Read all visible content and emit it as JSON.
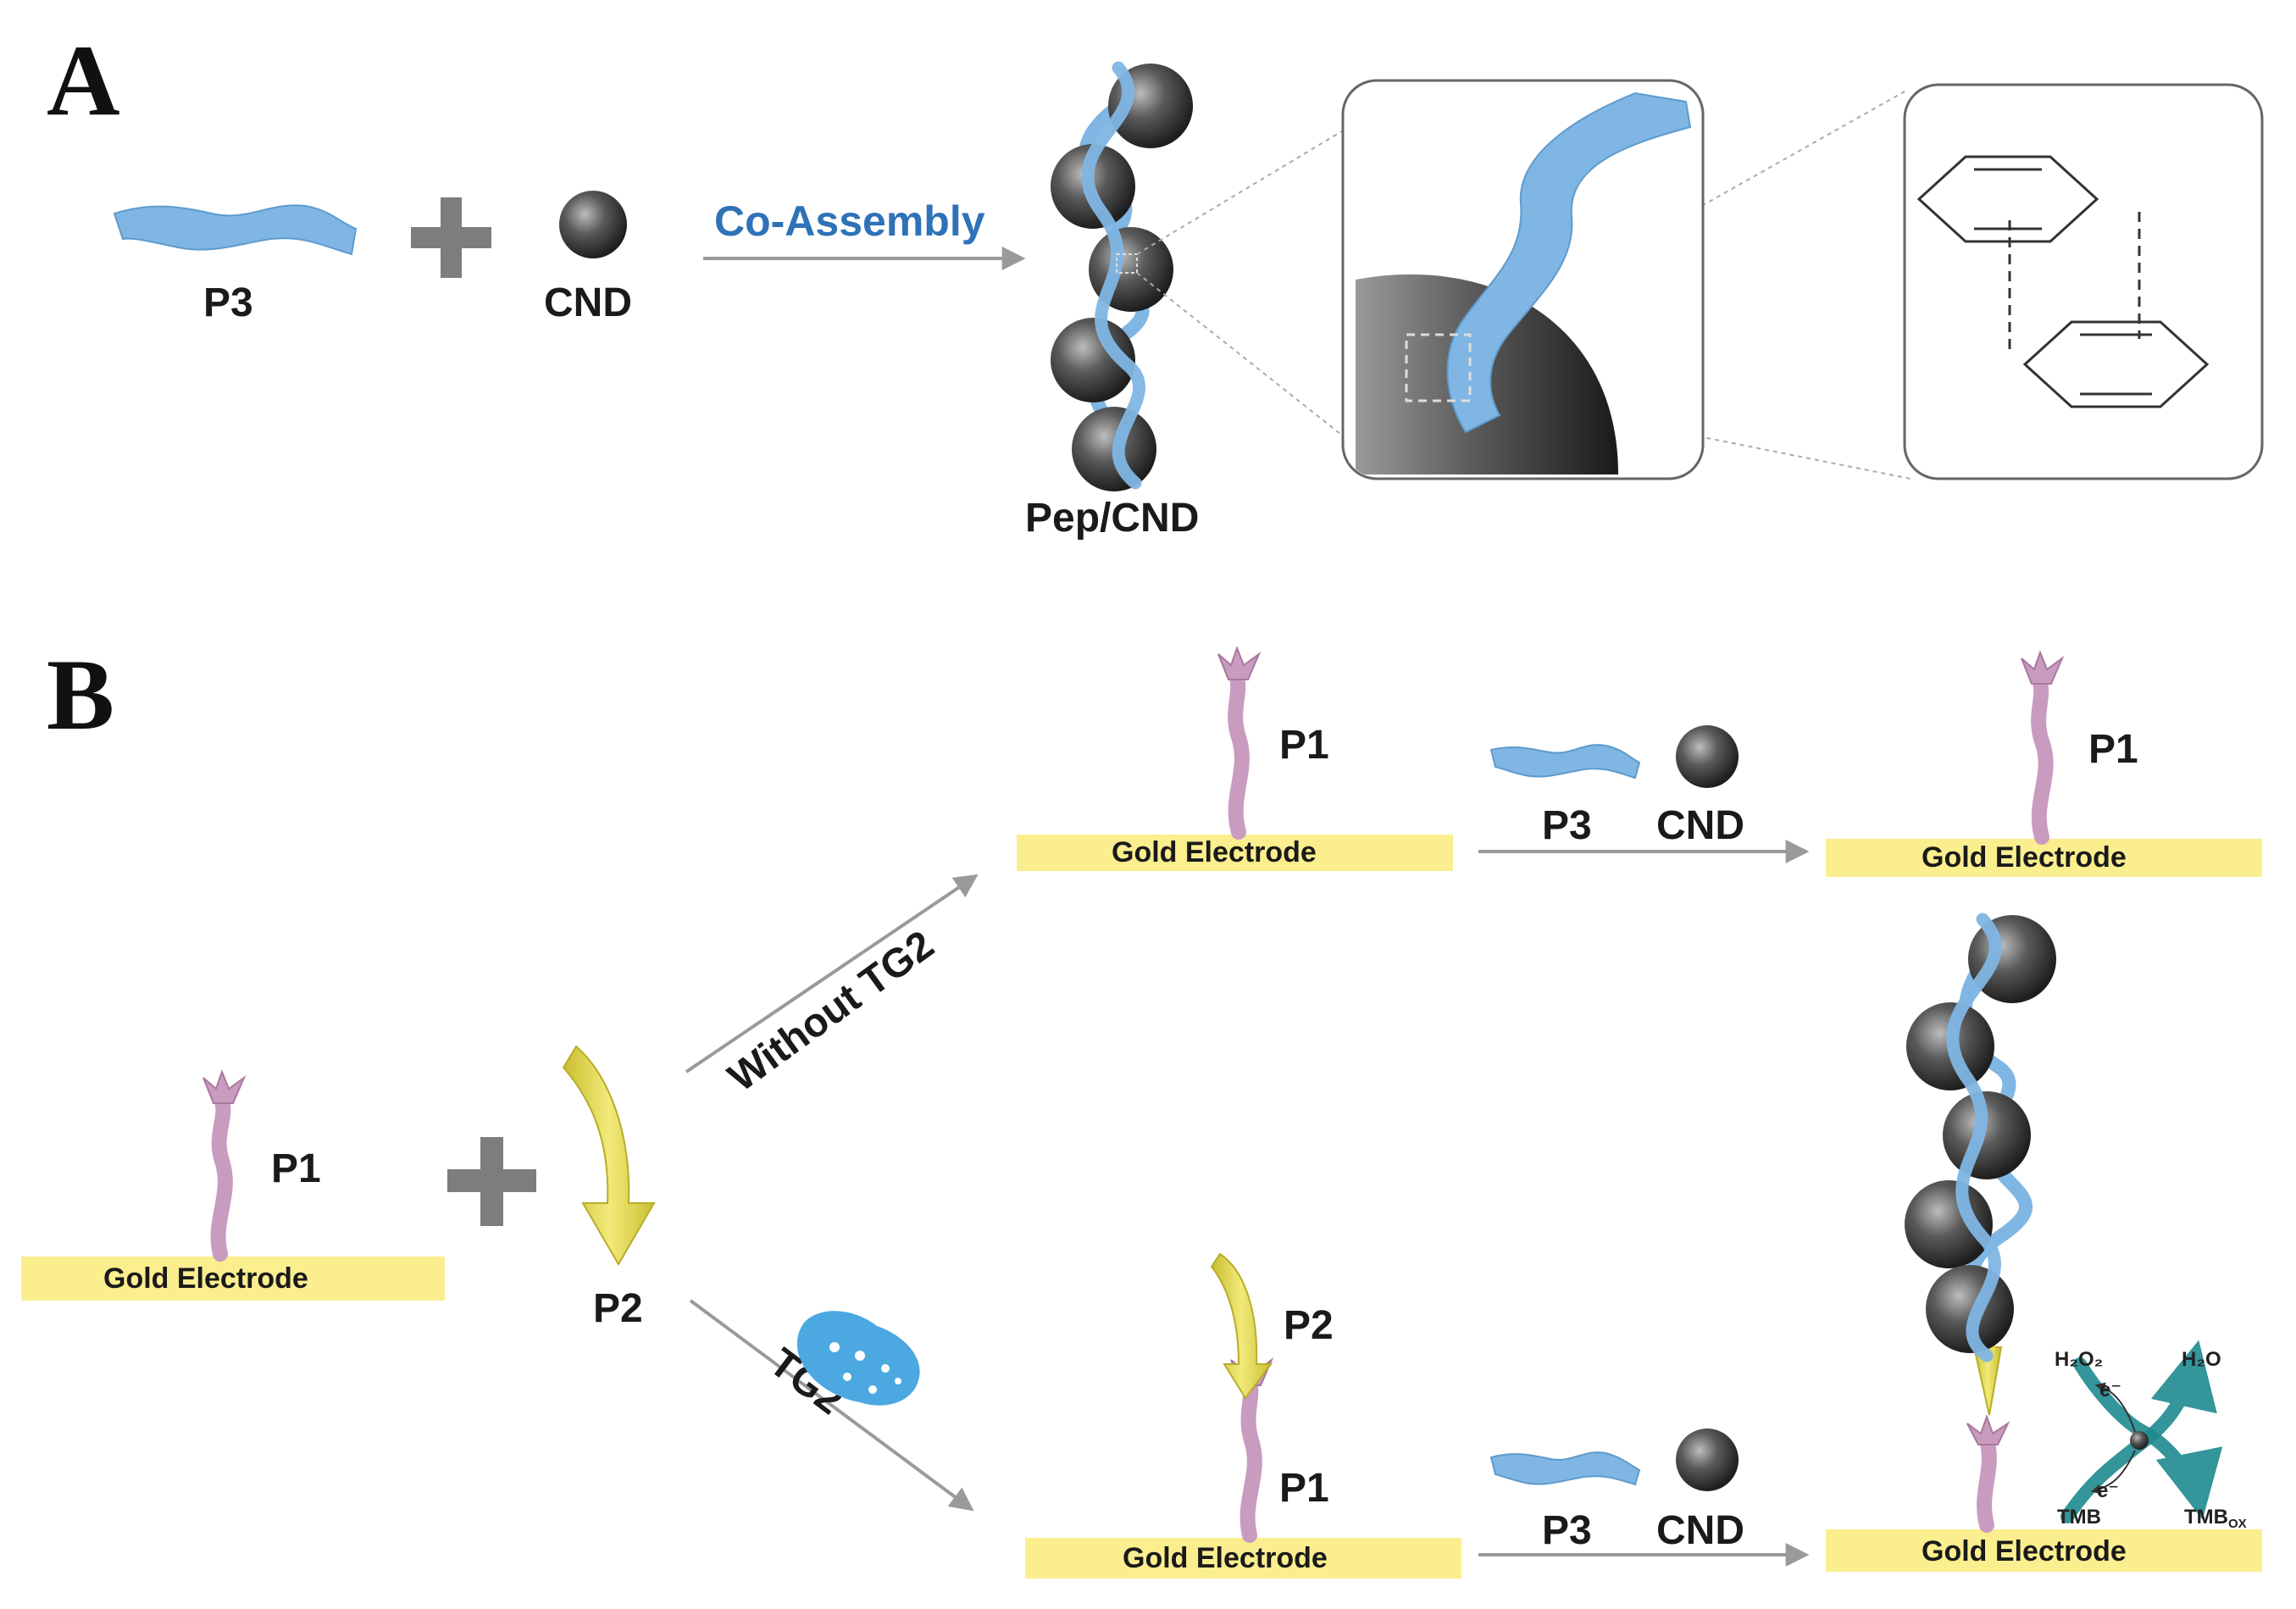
{
  "panels": {
    "a": "A",
    "b": "B"
  },
  "labels": {
    "p3": "P3",
    "cnd": "CND",
    "co_assembly": "Co-Assembly",
    "pep_cnd": "Pep/CND",
    "p1": "P1",
    "p2": "P2",
    "gold_electrode": "Gold Electrode",
    "without_tg2": "Without TG2",
    "tg2": "TG2"
  },
  "reaction": {
    "h2o2": "H₂O₂",
    "h2o": "H₂O",
    "tmb": "TMB",
    "tmb_ox": "TMB",
    "tmb_ox_sub": "OX",
    "electron": "e⁻"
  },
  "colors": {
    "peptide_p3": "#7fb6e4",
    "peptide_p1": "#c99bbf",
    "peptide_p2": "#e6dc58",
    "gold_electrode": "#fbee8e",
    "cnd": "#2a2a2a",
    "co_assembly_text": "#2e72b8",
    "catalysis_arrows": "#1f8a90"
  }
}
